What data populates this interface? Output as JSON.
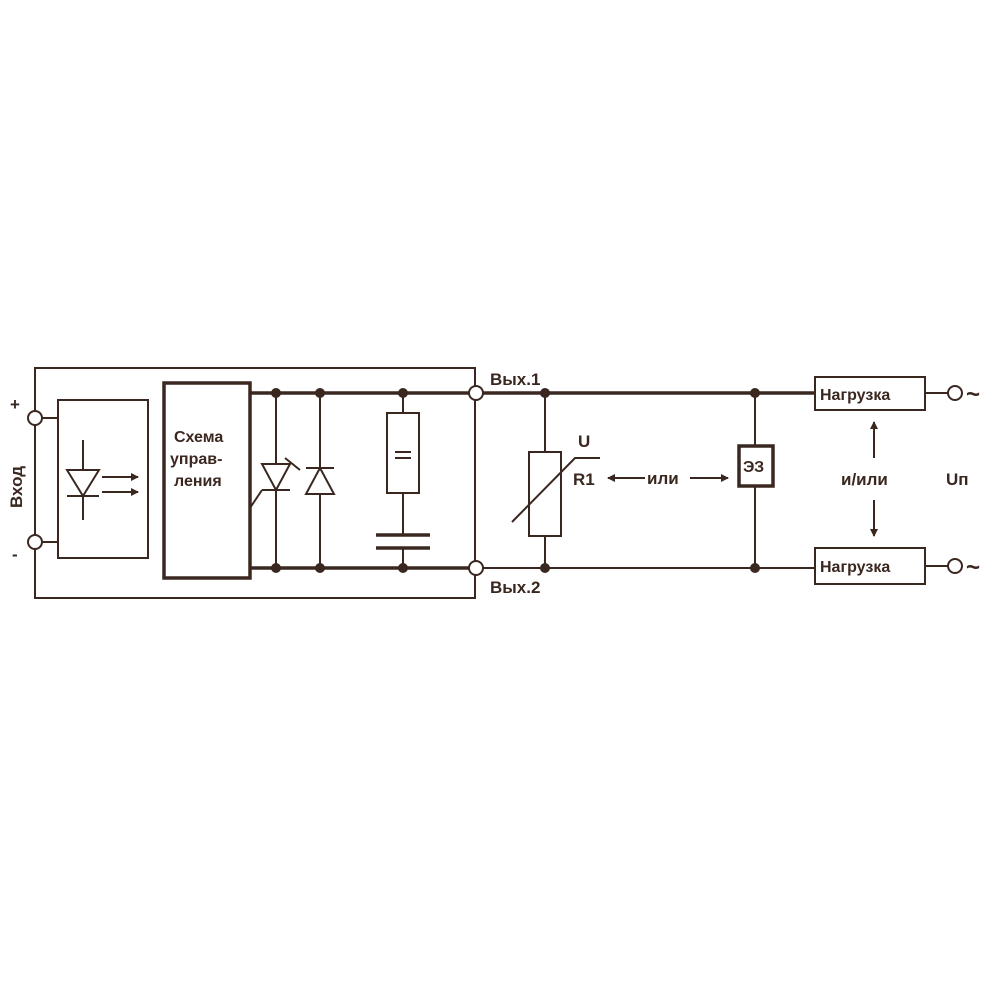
{
  "input": {
    "label": "Вход",
    "plus": "+",
    "minus": "-"
  },
  "control_block": {
    "line1": "Схема",
    "line2": "управ-",
    "line3": "ления"
  },
  "outputs": {
    "out1": "Вых.1",
    "out2": "Вых.2"
  },
  "varistor": {
    "u_label": "U",
    "name": "R1"
  },
  "or_label": "или",
  "protection": {
    "label": "ЭЗ"
  },
  "loads": {
    "top": "Нагрузка",
    "bottom": "Нагрузка"
  },
  "and_or_label": "и/или",
  "supply": {
    "label": "Uп",
    "ac_symbol": "~"
  },
  "colors": {
    "ink": "#3a2820",
    "background": "#ffffff"
  }
}
